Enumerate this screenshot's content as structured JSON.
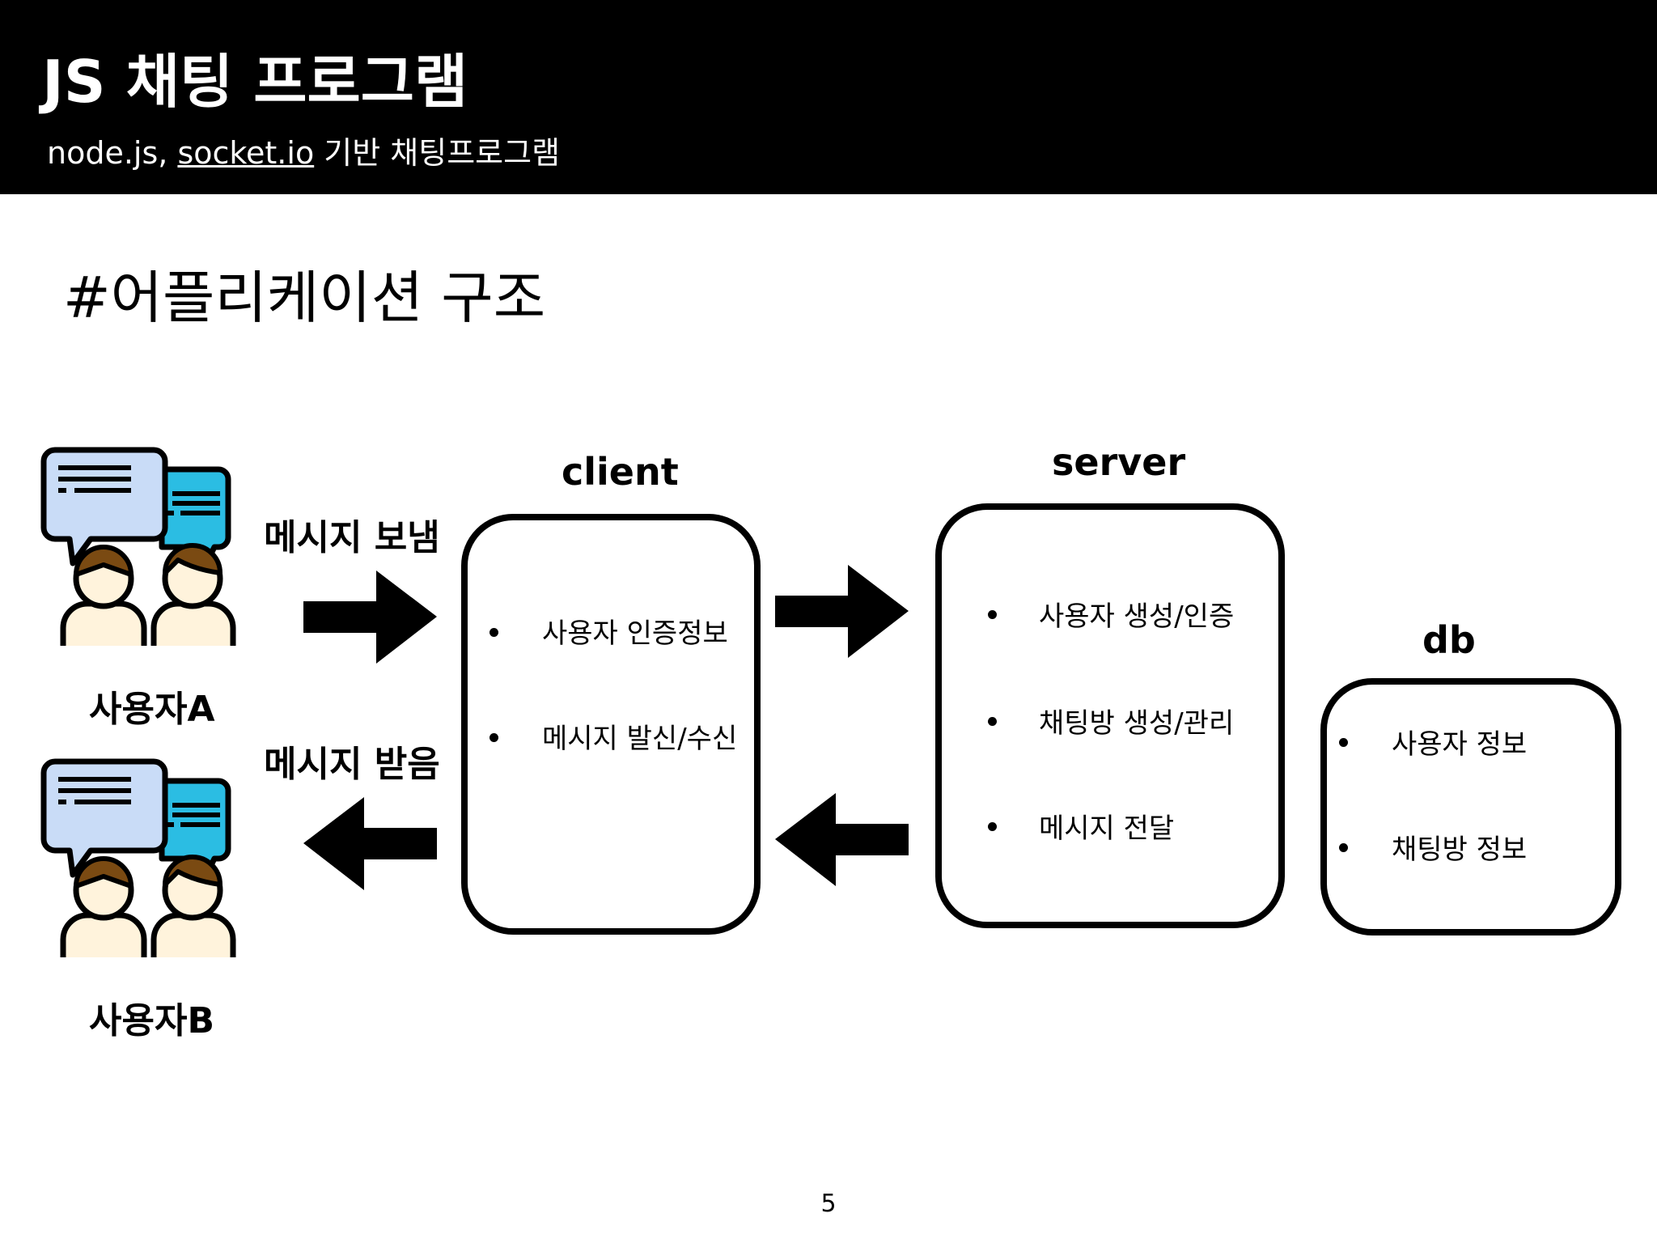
{
  "header": {
    "title": "JS 채팅 프로그램",
    "subtitle_prefix": "node.js, ",
    "subtitle_link": "socket.io",
    "subtitle_suffix": " 기반 채팅프로그램"
  },
  "section_title": "#어플리케이션 구조",
  "users": [
    {
      "label": "사용자A",
      "icon": "chat-users-icon"
    },
    {
      "label": "사용자B",
      "icon": "chat-users-icon"
    }
  ],
  "flows": {
    "send_label": "메시지 보냄",
    "receive_label": "메시지 받음"
  },
  "nodes": {
    "client": {
      "title": "client",
      "items": [
        "사용자 인증정보",
        "메시지 발신/수신"
      ]
    },
    "server": {
      "title": "server",
      "items": [
        "사용자 생성/인증",
        "채팅방 생성/관리",
        "메시지 전달"
      ]
    },
    "db": {
      "title": "db",
      "items": [
        "사용자 정보",
        "채팅방 정보"
      ]
    }
  },
  "colors": {
    "header_bg": "#000000",
    "bubble_light": "#c9dcf7",
    "bubble_accent": "#2bbde3",
    "hair": "#7a4a12",
    "skin": "#fff3dc"
  },
  "page_number": "5"
}
